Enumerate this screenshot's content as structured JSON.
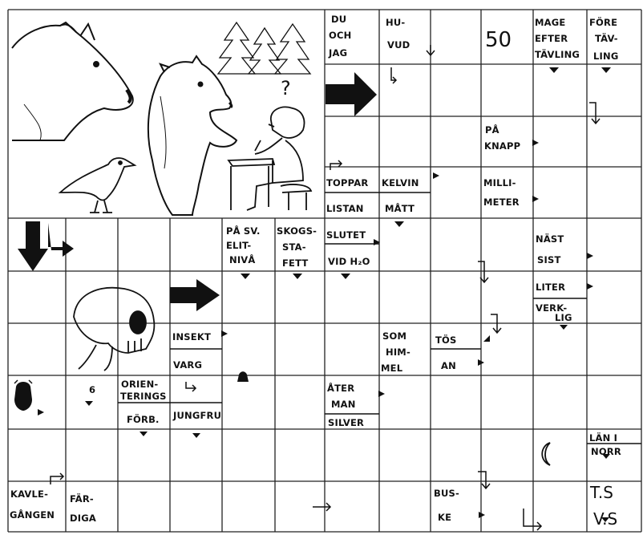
{
  "puzzle": {
    "clues": [
      {
        "id": "du-och-jag",
        "lines": [
          "DU",
          "OCH",
          "JAG"
        ]
      },
      {
        "id": "huvud",
        "lines": [
          "HU-",
          "VUD"
        ]
      },
      {
        "id": "fifty",
        "lines": [
          "50"
        ]
      },
      {
        "id": "mage-efter-tavling",
        "lines": [
          "MAGE",
          "EFTER",
          "TÄVLING"
        ]
      },
      {
        "id": "fore-tavling",
        "lines": [
          "FÖRE",
          "TÄV-",
          "LING"
        ]
      },
      {
        "id": "pa-knapp",
        "lines": [
          "PÅ",
          "KNAPP"
        ]
      },
      {
        "id": "topparlistan",
        "lines": [
          "TOPPAR",
          "LISTAN"
        ]
      },
      {
        "id": "kelvin",
        "lines": [
          "KELVIN"
        ]
      },
      {
        "id": "matt",
        "lines": [
          "MÅTT"
        ]
      },
      {
        "id": "millimeter",
        "lines": [
          "MILLI-",
          "METER"
        ]
      },
      {
        "id": "pa-sv-elitniva",
        "lines": [
          "PÅ SV.",
          "ELIT-",
          "NIVÅ"
        ]
      },
      {
        "id": "skogsstafett",
        "lines": [
          "SKOGS-",
          "STA-",
          "FETT"
        ]
      },
      {
        "id": "slutet",
        "lines": [
          "SLUTET"
        ]
      },
      {
        "id": "vid-h2o",
        "lines": [
          "VID H₂O"
        ]
      },
      {
        "id": "nast-sist",
        "lines": [
          "NÄST",
          "SIST"
        ]
      },
      {
        "id": "liter",
        "lines": [
          "LITER"
        ]
      },
      {
        "id": "verklig",
        "lines": [
          "VERK-",
          "LIG"
        ]
      },
      {
        "id": "insekt",
        "lines": [
          "INSEKT"
        ]
      },
      {
        "id": "varg",
        "lines": [
          "VARG"
        ]
      },
      {
        "id": "som-himmel",
        "lines": [
          "SOM",
          "HIM-",
          "MEL"
        ]
      },
      {
        "id": "tos",
        "lines": [
          "TÖS"
        ]
      },
      {
        "id": "an",
        "lines": [
          "AN"
        ]
      },
      {
        "id": "six",
        "lines": [
          "6"
        ]
      },
      {
        "id": "orienterings-forb",
        "lines": [
          "ORIEN-",
          "TERINGS",
          "FÖRB."
        ]
      },
      {
        "id": "jungfru",
        "lines": [
          "JUNGFRU"
        ]
      },
      {
        "id": "ater-man",
        "lines": [
          "ÅTER",
          "MAN"
        ]
      },
      {
        "id": "silver",
        "lines": [
          "SILVER"
        ]
      },
      {
        "id": "lan-i-norr",
        "lines": [
          "LÄN I",
          "NORR"
        ]
      },
      {
        "id": "kavlegangen",
        "lines": [
          "KAVLE-",
          "GÅNGEN"
        ]
      },
      {
        "id": "fardiga",
        "lines": [
          "FÄR-",
          "DIGA"
        ]
      },
      {
        "id": "buske",
        "lines": [
          "BUS-",
          "KE"
        ]
      },
      {
        "id": "ts-vs",
        "lines": [
          "T.S",
          "V.S"
        ]
      }
    ]
  },
  "colors": {
    "ink": "#111111",
    "paper": "#ffffff",
    "grid": "#222222"
  },
  "icons": [
    "bear-head-icon",
    "standing-bear-icon",
    "bird-icon",
    "pine-trees-icon",
    "person-at-desk-icon",
    "question-mark-icon",
    "skull-icon",
    "moon-icon",
    "beetle-icon",
    "arrow-icon"
  ]
}
